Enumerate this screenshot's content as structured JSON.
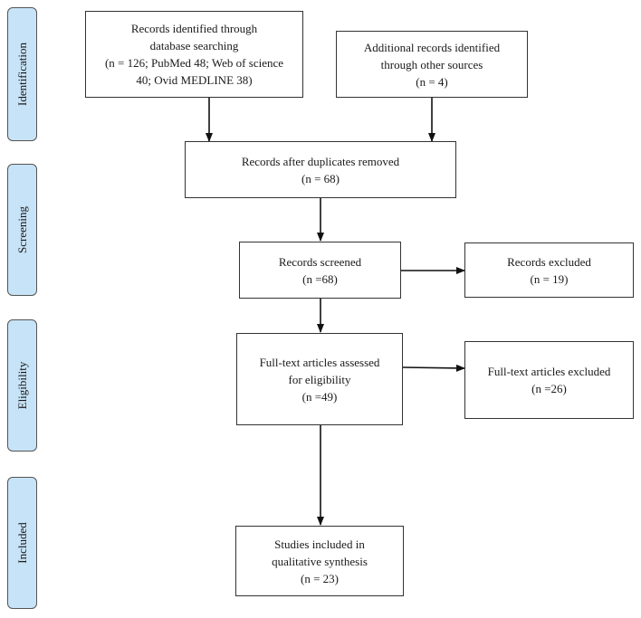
{
  "stages": [
    {
      "id": "identification",
      "label": "Identification"
    },
    {
      "id": "screening",
      "label": "Screening"
    },
    {
      "id": "eligibility",
      "label": "Eligibility"
    },
    {
      "id": "included",
      "label": "Included"
    }
  ],
  "boxes": {
    "db_search": {
      "lines": [
        "Records identified through",
        "database searching",
        "(n = 126; PubMed 48; Web of science",
        "40; Ovid MEDLINE 38)"
      ]
    },
    "other_sources": {
      "lines": [
        "Additional records identified",
        "through other sources",
        "(n = 4)"
      ]
    },
    "duplicates_removed": {
      "lines": [
        "Records after duplicates removed",
        "(n = 68)"
      ]
    },
    "screened": {
      "lines": [
        "Records screened",
        "(n =68)"
      ]
    },
    "excluded": {
      "lines": [
        "Records excluded",
        "(n = 19)"
      ]
    },
    "fulltext_assessed": {
      "lines": [
        "Full-text articles assessed",
        "for eligibility",
        "(n =49)"
      ]
    },
    "fulltext_excluded": {
      "lines": [
        "Full-text articles excluded",
        "(n =26)"
      ]
    },
    "included": {
      "lines": [
        "Studies included in",
        "qualitative synthesis",
        "(n = 23)"
      ]
    }
  },
  "colors": {
    "stage_fill": "#c7e3f7",
    "stroke": "#333333"
  }
}
